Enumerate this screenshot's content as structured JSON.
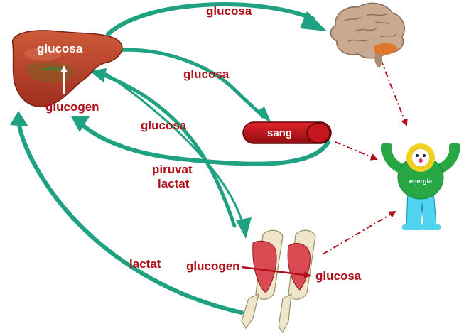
{
  "labels": {
    "glucosa_top": "glucosa",
    "liver_glucosa": "glucosa",
    "liver_glucogen": "glucogen",
    "glucosa_mid": "glucosa",
    "glucosa_left": "glucosa",
    "sang": "sang",
    "piruvat": "piruvat",
    "lactat_mid": "lactat",
    "lactat_left": "lactat",
    "muscle_glucogen": "glucogen",
    "muscle_glucosa": "glucosa",
    "energia": "energia"
  },
  "colors": {
    "label_red": "#b0101a",
    "arrow_teal": "#1fa182",
    "liver": "#b9412b",
    "blood": "#c4161c",
    "brain": "#c9a98f",
    "figure_green": "#27a844",
    "figure_blue": "#4fd3f0",
    "sun_yellow": "#f2d21e",
    "dashed": "#b0101a"
  },
  "icons": [
    "liver-icon",
    "brain-icon",
    "blood-vessel-icon",
    "energy-figure-icon",
    "arm-muscles-icon"
  ]
}
